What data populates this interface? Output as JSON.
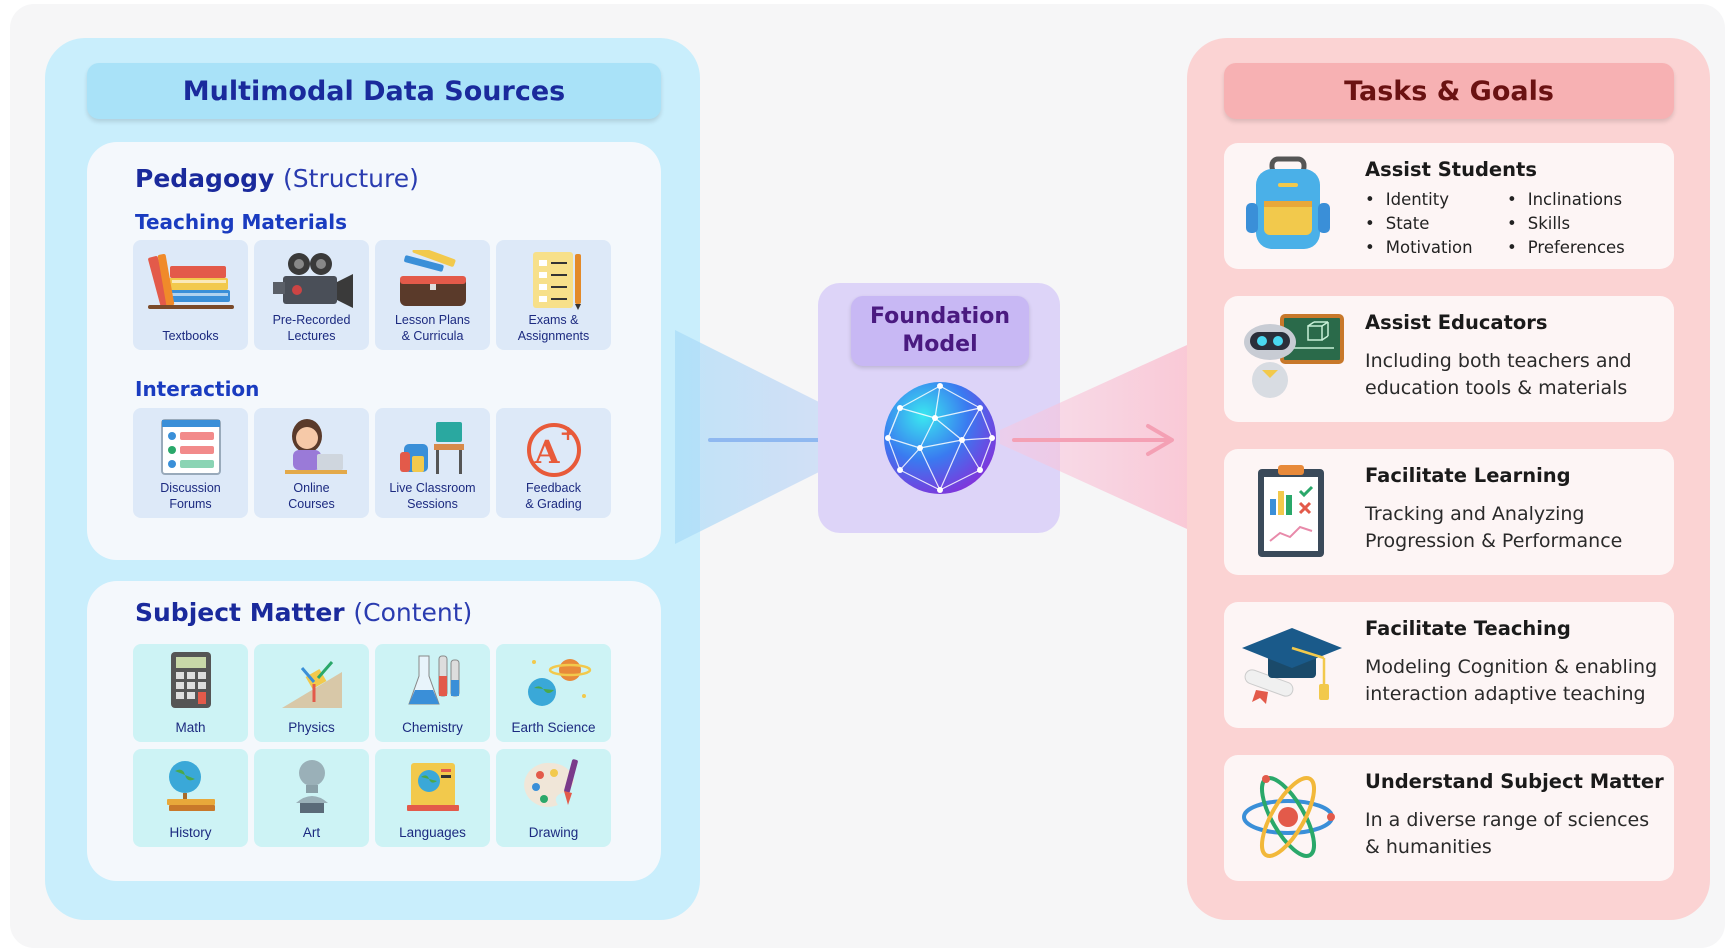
{
  "left": {
    "header": "Multimodal Data Sources",
    "pedagogy": {
      "title": "Pedagogy",
      "title_paren": "(Structure)",
      "teaching_materials": {
        "title": "Teaching Materials",
        "items": [
          {
            "label": "Textbooks",
            "icon": "books-icon"
          },
          {
            "label": "Pre-Recorded\nLectures",
            "icon": "video-camera-icon"
          },
          {
            "label": "Lesson Plans\n& Curricula",
            "icon": "pencil-case-icon"
          },
          {
            "label": "Exams &\nAssignments",
            "icon": "checklist-icon"
          }
        ]
      },
      "interaction": {
        "title": "Interaction",
        "items": [
          {
            "label": "Discussion\nForums",
            "icon": "forum-board-icon"
          },
          {
            "label": "Online\nCourses",
            "icon": "student-laptop-icon"
          },
          {
            "label": "Live Classroom\nSessions",
            "icon": "classroom-desk-icon"
          },
          {
            "label": "Feedback\n& Grading",
            "icon": "a-plus-grade-icon"
          }
        ]
      }
    },
    "subject": {
      "title": "Subject Matter",
      "title_paren": "(Content)",
      "items": [
        {
          "label": "Math",
          "icon": "calculator-icon"
        },
        {
          "label": "Physics",
          "icon": "inclined-plane-icon"
        },
        {
          "label": "Chemistry",
          "icon": "flask-icon"
        },
        {
          "label": "Earth Science",
          "icon": "planets-icon"
        },
        {
          "label": "History",
          "icon": "globe-books-icon"
        },
        {
          "label": "Art",
          "icon": "bust-sculpture-icon"
        },
        {
          "label": "Languages",
          "icon": "language-book-icon"
        },
        {
          "label": "Drawing",
          "icon": "palette-icon"
        }
      ]
    }
  },
  "center": {
    "label_line1": "Foundation",
    "label_line2": "Model",
    "icon": "neural-globe-icon"
  },
  "right": {
    "header": "Tasks & Goals",
    "goals": [
      {
        "title": "Assist Students",
        "icon": "backpack-icon",
        "bullets_left": [
          "Identity",
          "State",
          "Motivation"
        ],
        "bullets_right": [
          "Inclinations",
          "Skills",
          "Preferences"
        ]
      },
      {
        "title": "Assist Educators",
        "icon": "robot-teacher-icon",
        "desc": "Including both teachers and education tools & materials"
      },
      {
        "title": "Facilitate Learning",
        "icon": "clipboard-chart-icon",
        "desc": "Tracking and Analyzing Progression & Performance"
      },
      {
        "title": "Facilitate Teaching",
        "icon": "graduation-cap-icon",
        "desc": "Modeling Cognition & enabling interaction adaptive teaching"
      },
      {
        "title": "Understand Subject Matter",
        "icon": "atom-icon",
        "desc": "In a diverse range of sciences & humanities"
      }
    ]
  },
  "colors": {
    "left_panel": "#c9eefc",
    "right_panel": "#fbd3d3",
    "center_panel": "#ddd4f8",
    "left_arrow": "#8fb8f0",
    "right_arrow": "#f4a0b4"
  }
}
